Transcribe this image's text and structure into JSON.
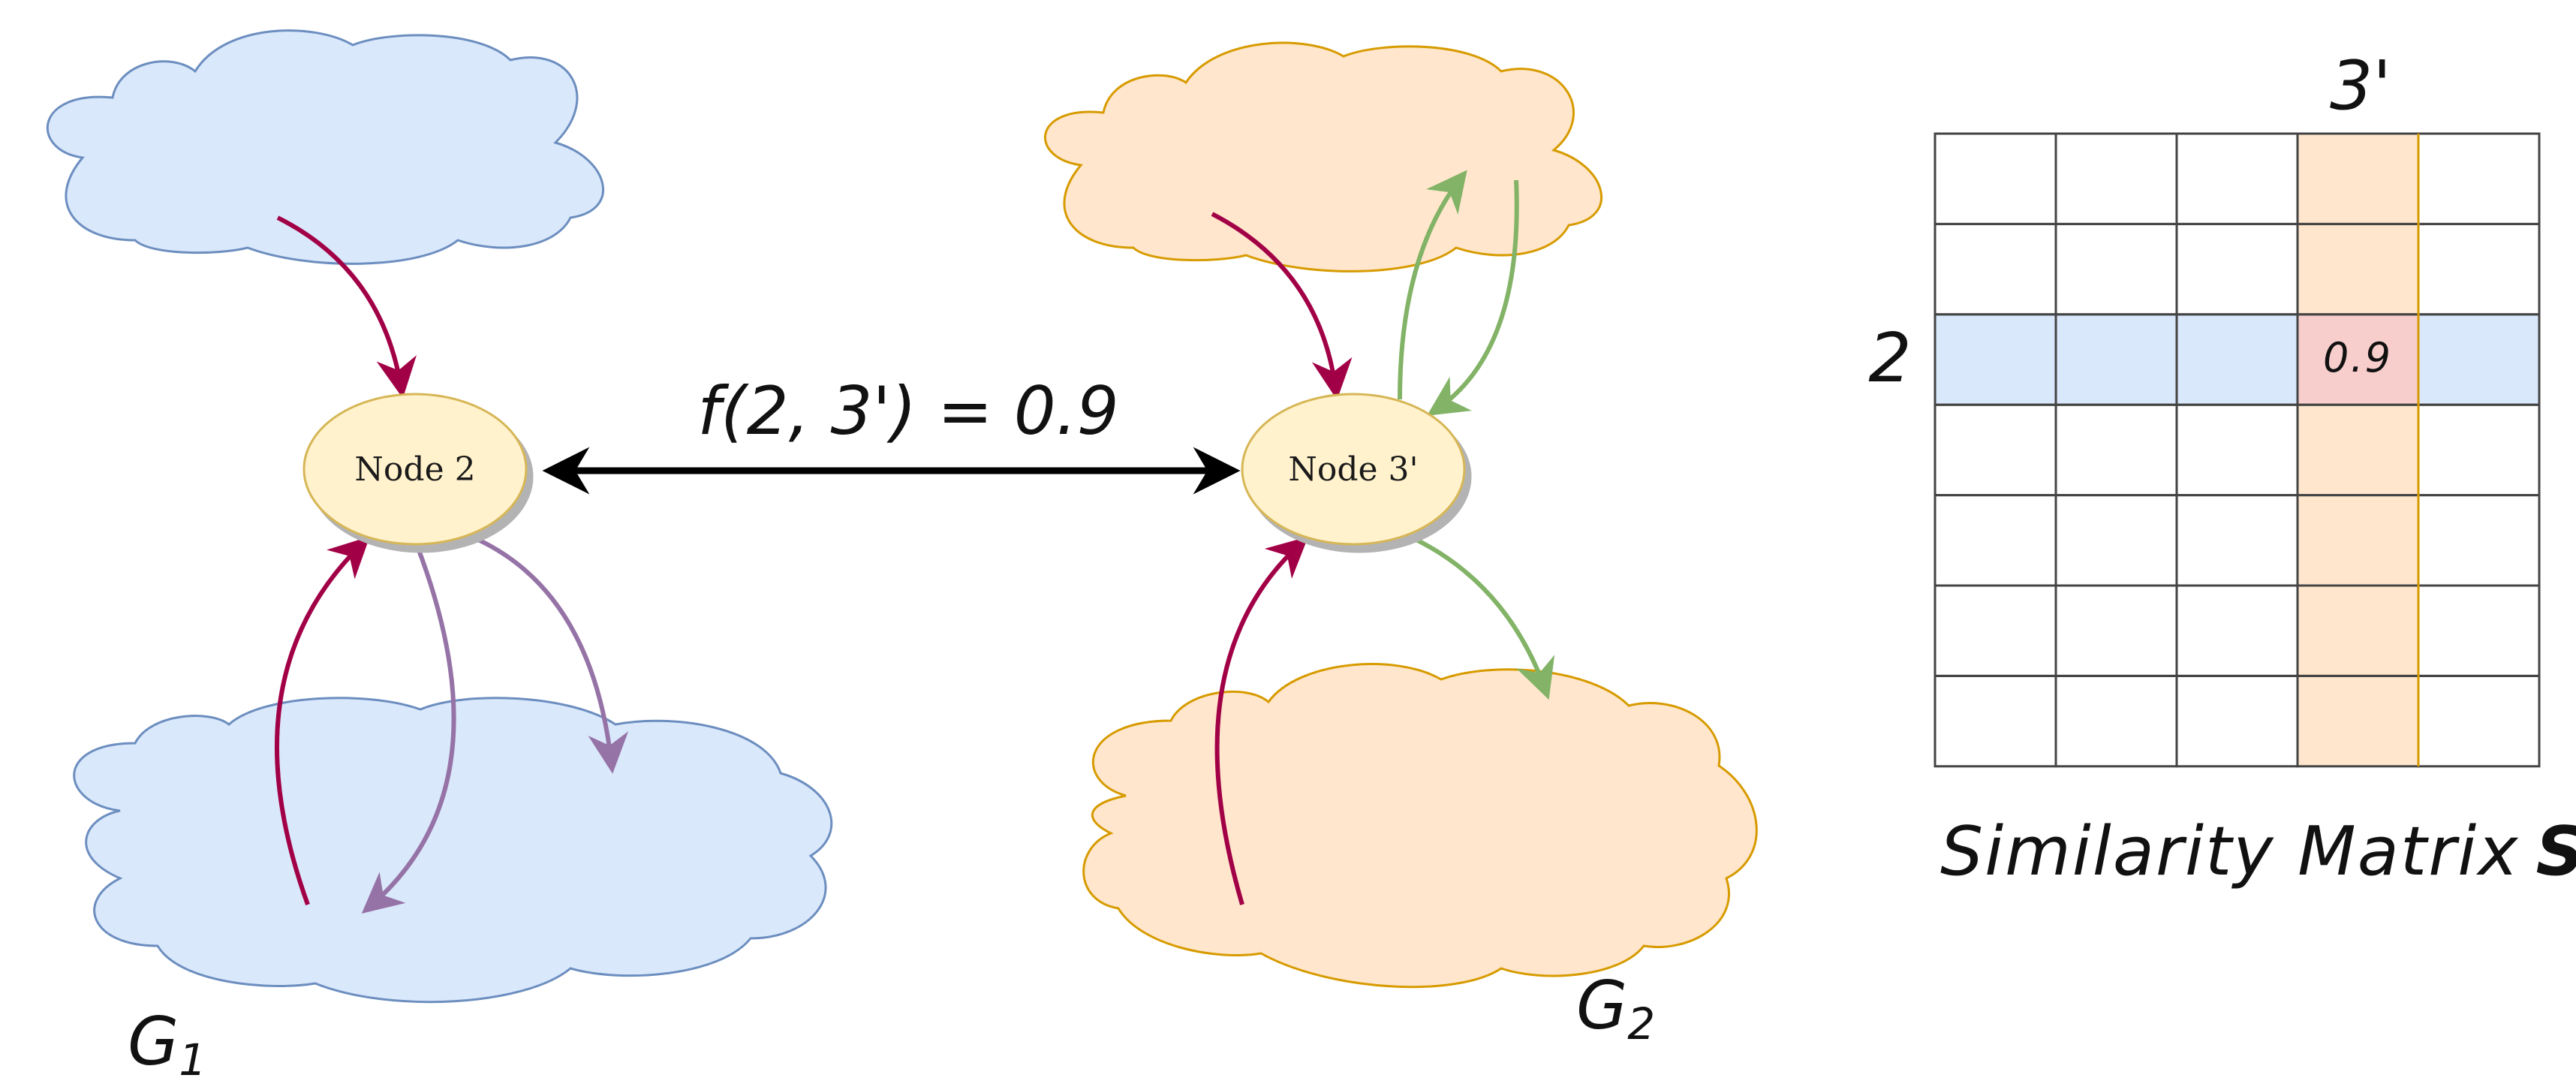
{
  "graphs": {
    "g1_label": "G",
    "g1_sub": "1",
    "g2_label": "G",
    "g2_sub": "2"
  },
  "nodes": {
    "node2": "Node 2",
    "node3": "Node 3'"
  },
  "similarity": {
    "function_label": "f(2, 3') = 0.9",
    "row_label": "2",
    "col_label": "3'",
    "cell_value": "0.9",
    "matrix_title": "Similarity Matrix",
    "matrix_symbol": "S",
    "rows": 7,
    "cols": 5,
    "highlight_row": 2,
    "highlight_col": 3
  },
  "colors": {
    "g1_fill": "#dae8fc",
    "g1_stroke": "#6c8ebf",
    "g2_fill": "#ffe6cc",
    "g2_stroke": "#d79b00",
    "node_fill": "#fff2cc",
    "node_stroke": "#d6b656",
    "crimson_edge": "#a20046",
    "purple_edge": "#9673a6",
    "green_edge": "#82b366",
    "cell_highlight": "#f8cecc",
    "grid": "#444444"
  }
}
